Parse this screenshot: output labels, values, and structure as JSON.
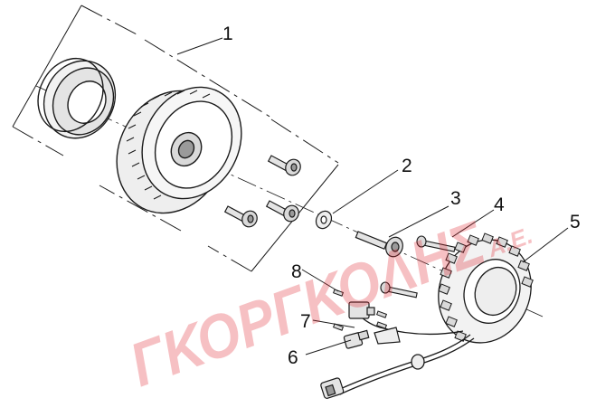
{
  "diagram": {
    "callouts": [
      {
        "id": "1",
        "label": "1"
      },
      {
        "id": "2",
        "label": "2"
      },
      {
        "id": "3",
        "label": "3"
      },
      {
        "id": "4",
        "label": "4"
      },
      {
        "id": "5",
        "label": "5"
      },
      {
        "id": "6",
        "label": "6"
      },
      {
        "id": "7",
        "label": "7"
      },
      {
        "id": "8",
        "label": "8"
      }
    ],
    "watermark": {
      "main": "ΓΚΟΡΓΚΟΛΗΣ",
      "suffix": "Α.Ε.",
      "color": "#e0202a"
    },
    "colors": {
      "line": "#1a1a1a",
      "fill_light": "#f2f2f2",
      "fill_mid": "#d9d9d9",
      "fill_dark": "#9a9a9a"
    }
  }
}
